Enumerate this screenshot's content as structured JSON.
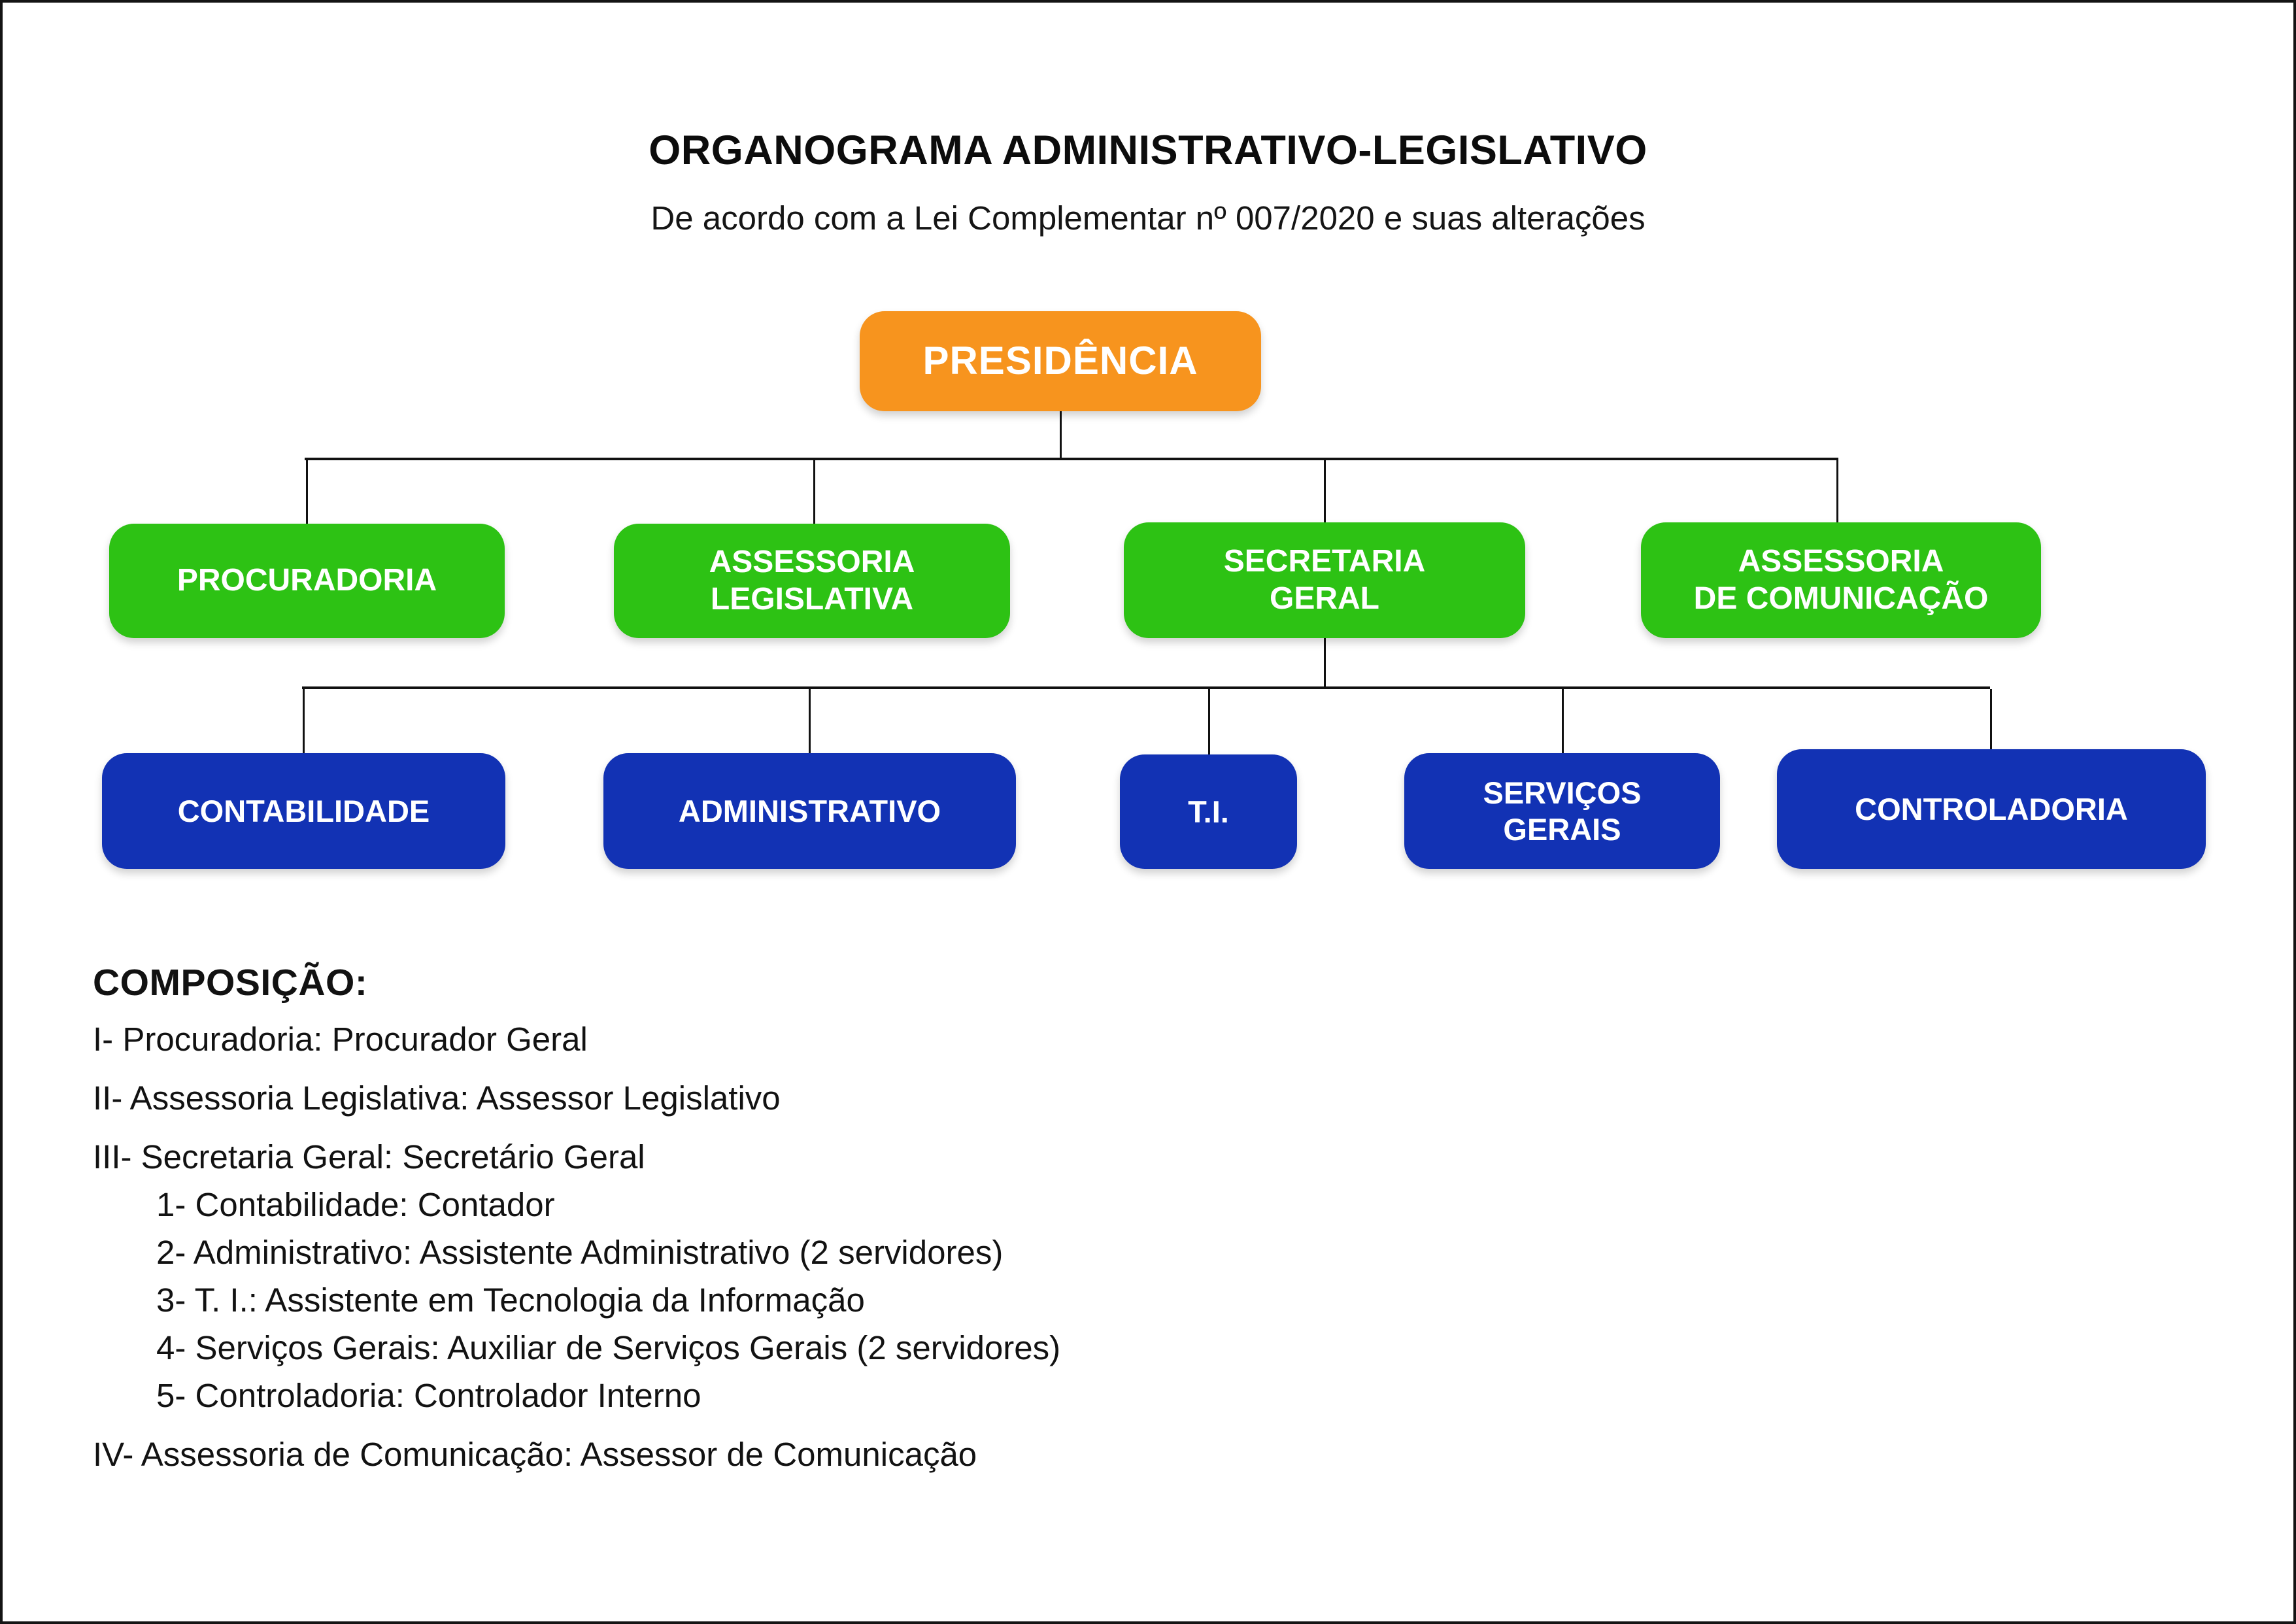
{
  "header": {
    "title": "ORGANOGRAMA ADMINISTRATIVO-LEGISLATIVO",
    "subtitle": "De acordo com a Lei Complementar nº 007/2020 e suas alterações"
  },
  "org": {
    "colors": {
      "presidencia": "#F7941E",
      "orgaos": "#2DC214",
      "departamentos": "#1232B4",
      "line": "#111111"
    },
    "root": {
      "label": "PRESIDÊNCIA"
    },
    "level2": [
      {
        "label": "PROCURADORIA"
      },
      {
        "label": "ASSESSORIA\nLEGISLATIVA"
      },
      {
        "label": "SECRETARIA\nGERAL"
      },
      {
        "label": "ASSESSORIA\nDE COMUNICAÇÃO"
      }
    ],
    "level3": [
      {
        "label": "CONTABILIDADE"
      },
      {
        "label": "ADMINISTRATIVO"
      },
      {
        "label": "T.I."
      },
      {
        "label": "SERVIÇOS\nGERAIS"
      },
      {
        "label": "CONTROLADORIA"
      }
    ]
  },
  "composition": {
    "heading": "COMPOSIÇÃO:",
    "items": [
      {
        "label": "I- Procuradoria: Procurador Geral"
      },
      {
        "label": "II- Assessoria Legislativa: Assessor Legislativo"
      },
      {
        "label": "III- Secretaria Geral: Secretário Geral"
      },
      {
        "label": "1- Contabilidade: Contador"
      },
      {
        "label": "2- Administrativo: Assistente Administrativo (2 servidores)"
      },
      {
        "label": "3- T. I.: Assistente em Tecnologia da Informação"
      },
      {
        "label": "4- Serviços Gerais: Auxiliar de Serviços Gerais (2 servidores)"
      },
      {
        "label": "5- Controladoria: Controlador Interno"
      },
      {
        "label": "IV- Assessoria de Comunicação: Assessor de Comunicação"
      }
    ]
  }
}
